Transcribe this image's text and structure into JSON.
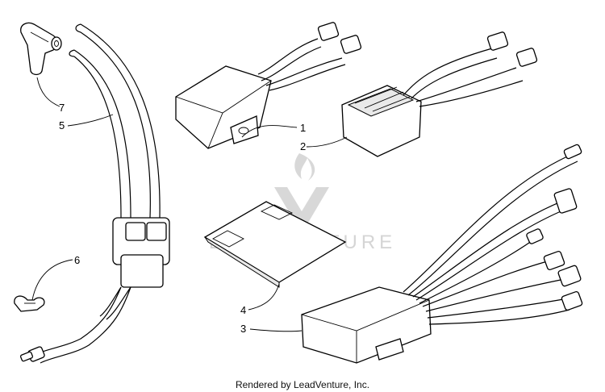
{
  "diagram": {
    "callouts": {
      "c1": "1",
      "c2": "2",
      "c3": "3",
      "c4": "4",
      "c5": "5",
      "c6": "6",
      "c7": "7"
    },
    "watermark": {
      "text": "LEADVENTURE"
    }
  },
  "footer": {
    "credit": "Rendered by LeadVenture, Inc."
  }
}
